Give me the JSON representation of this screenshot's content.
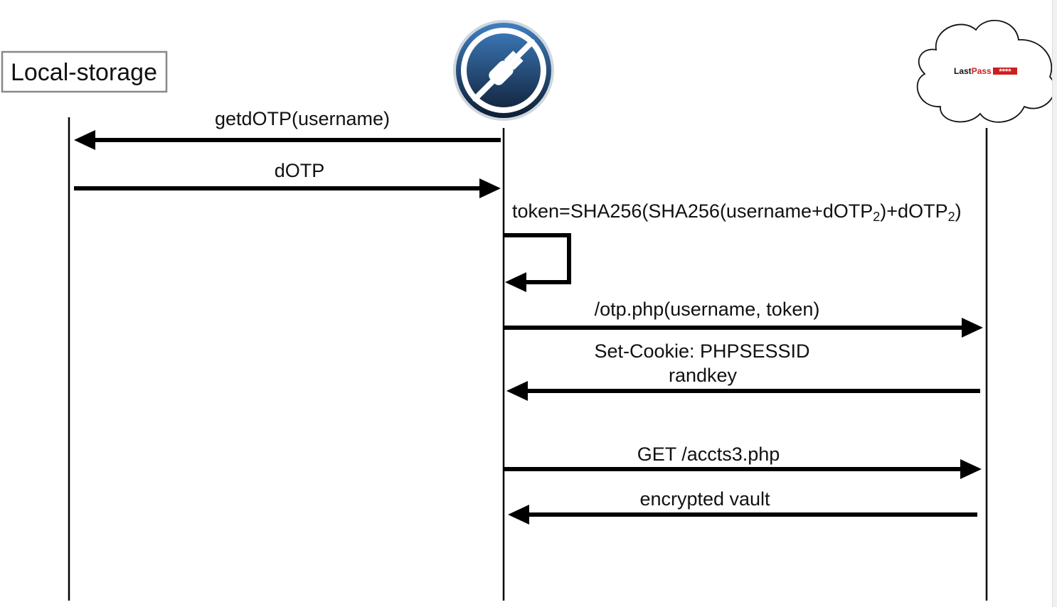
{
  "participants": {
    "local_storage": {
      "label": "Local-storage"
    },
    "extension": {
      "icon": "plugin-disabled-icon",
      "color_top": "#3f7fc1",
      "color_bottom": "#0e1d33"
    },
    "server": {
      "icon": "cloud-icon",
      "logo_last": "Last",
      "logo_pass": "Pass",
      "logo_stars": "****",
      "logo_red": "#cc1f1f"
    }
  },
  "messages": {
    "m1": {
      "label": "getdOTP(username)"
    },
    "m2": {
      "label": "dOTP"
    },
    "m3": {
      "pre": "token=SHA256(SHA256(username+dOTP",
      "sub1": "2",
      "mid": ")+dOTP",
      "sub2": "2",
      "post": ")"
    },
    "m4": {
      "label": "/otp.php(username, token)"
    },
    "m5": {
      "line1": "Set-Cookie:  PHPSESSID",
      "line2": "randkey"
    },
    "m6": {
      "label": "GET /accts3.php"
    },
    "m7": {
      "label": "encrypted vault"
    }
  }
}
